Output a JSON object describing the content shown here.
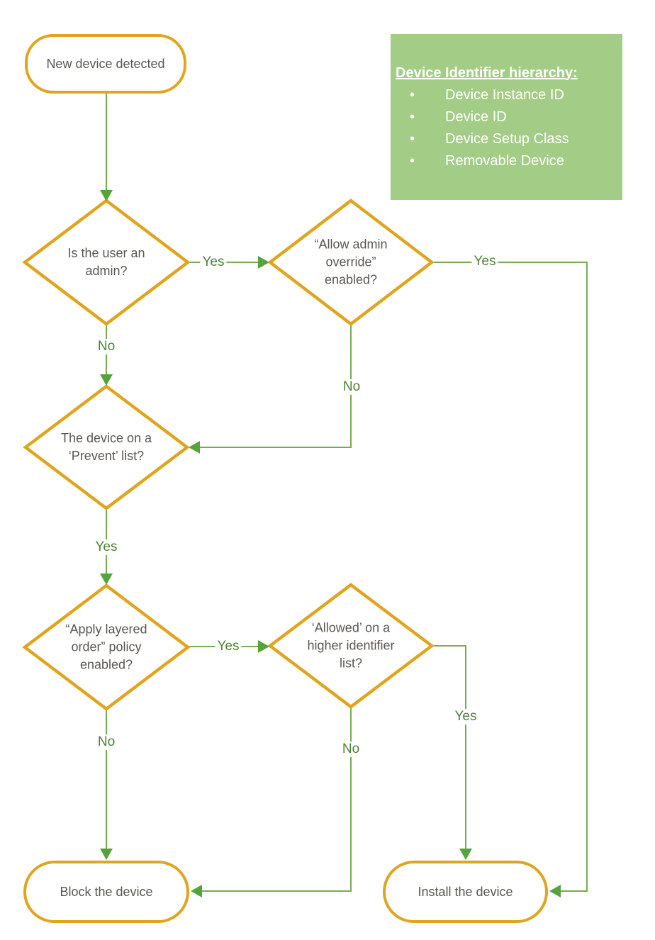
{
  "colors": {
    "shape_border_gold": "#E0A41F",
    "connector_green": "#74AE4D",
    "arrowhead_green": "#55A33B",
    "edge_label_green": "#4E8234",
    "node_text_gray": "#5B5751",
    "legend_background_green": "#A3CC86",
    "legend_text": "#FFFFFF"
  },
  "nodes": {
    "start": {
      "type": "terminal",
      "label": "New device detected"
    },
    "is_admin": {
      "type": "decision",
      "lines": [
        "Is the user an",
        "admin?"
      ]
    },
    "allow_override": {
      "type": "decision",
      "lines": [
        "“Allow admin",
        "override”",
        "enabled?"
      ]
    },
    "prevent_list": {
      "type": "decision",
      "lines": [
        "The device on a",
        "‘Prevent’ list?"
      ]
    },
    "layered_order": {
      "type": "decision",
      "lines": [
        "“Apply layered",
        "order” policy",
        "enabled?"
      ]
    },
    "allowed_higher": {
      "type": "decision",
      "lines": [
        "‘Allowed’ on a",
        "higher identifier",
        "list?"
      ]
    },
    "block": {
      "type": "terminal",
      "label": "Block the device"
    },
    "install": {
      "type": "terminal",
      "label": "Install the device"
    }
  },
  "edges": [
    {
      "from": "start",
      "to": "is_admin",
      "label": ""
    },
    {
      "from": "is_admin",
      "to": "allow_override",
      "label": "Yes"
    },
    {
      "from": "is_admin",
      "to": "prevent_list",
      "label": "No"
    },
    {
      "from": "allow_override",
      "to": "install",
      "label": "Yes"
    },
    {
      "from": "allow_override",
      "to": "prevent_list",
      "label": "No"
    },
    {
      "from": "prevent_list",
      "to": "layered_order",
      "label": "Yes"
    },
    {
      "from": "layered_order",
      "to": "allowed_higher",
      "label": "Yes"
    },
    {
      "from": "layered_order",
      "to": "block",
      "label": "No"
    },
    {
      "from": "allowed_higher",
      "to": "install",
      "label": "Yes"
    },
    {
      "from": "allowed_higher",
      "to": "block",
      "label": "No"
    }
  ],
  "legend": {
    "title": "Device Identifier hierarchy:",
    "items": [
      "Device Instance ID",
      "Device ID",
      "Device Setup Class",
      "Removable Device"
    ]
  }
}
